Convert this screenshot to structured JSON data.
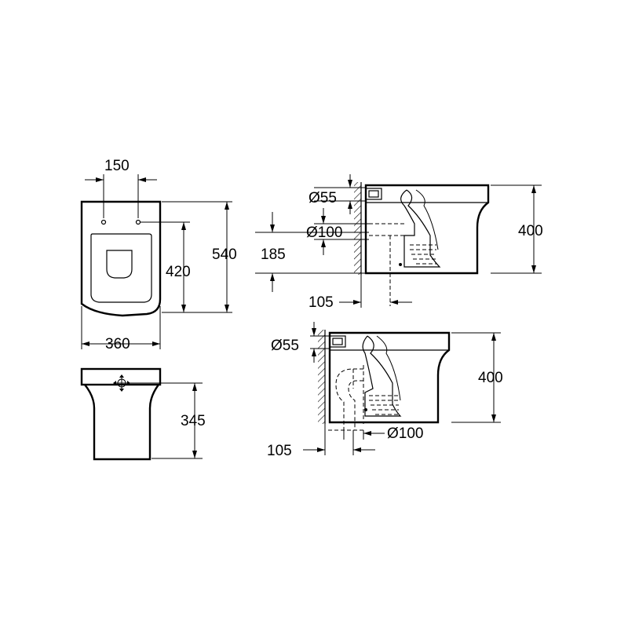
{
  "front_view": {
    "hole_spacing": "150",
    "fixing_height": "420",
    "overall_length": "540",
    "width": "360"
  },
  "rear_view": {
    "outlet_height": "345"
  },
  "side_view_horizontal": {
    "inlet_diameter": "Ø55",
    "outlet_diameter": "Ø100",
    "outlet_height": "185",
    "outlet_offset": "105",
    "pan_height": "400"
  },
  "side_view_vertical": {
    "inlet_diameter": "Ø55",
    "outlet_diameter": "Ø100",
    "outlet_offset": "105",
    "pan_height": "400"
  }
}
